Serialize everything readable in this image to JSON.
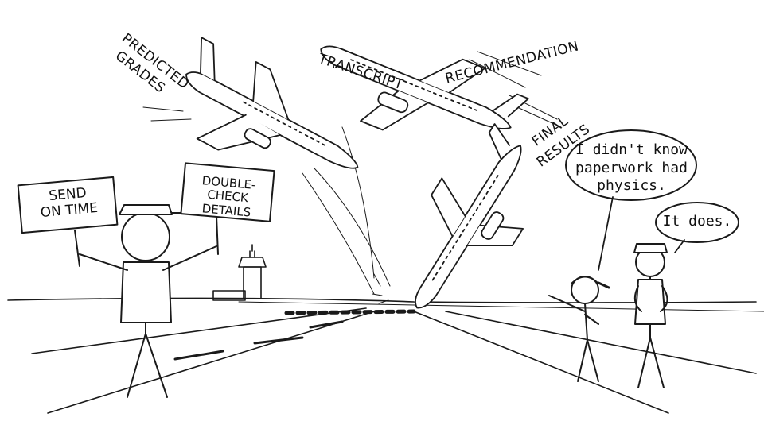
{
  "labels": {
    "predicted_grades_line1": "PREDICTED",
    "predicted_grades_line2": "GRADES",
    "transcript": "TRANSCRIPT",
    "recommendation": "RECOMMENDATION",
    "final_results_line1": "FINAL",
    "final_results_line2": "RESULTS"
  },
  "signs": {
    "left_line1": "SEND",
    "left_line2": "ON TIME",
    "right_line1": "DOUBLE-CHECK",
    "right_line2": "DETAILS"
  },
  "dialogue": {
    "woman_line1": "I didn't know",
    "woman_line2": "paperwork had",
    "woman_line3": "physics.",
    "officer": "It does."
  }
}
